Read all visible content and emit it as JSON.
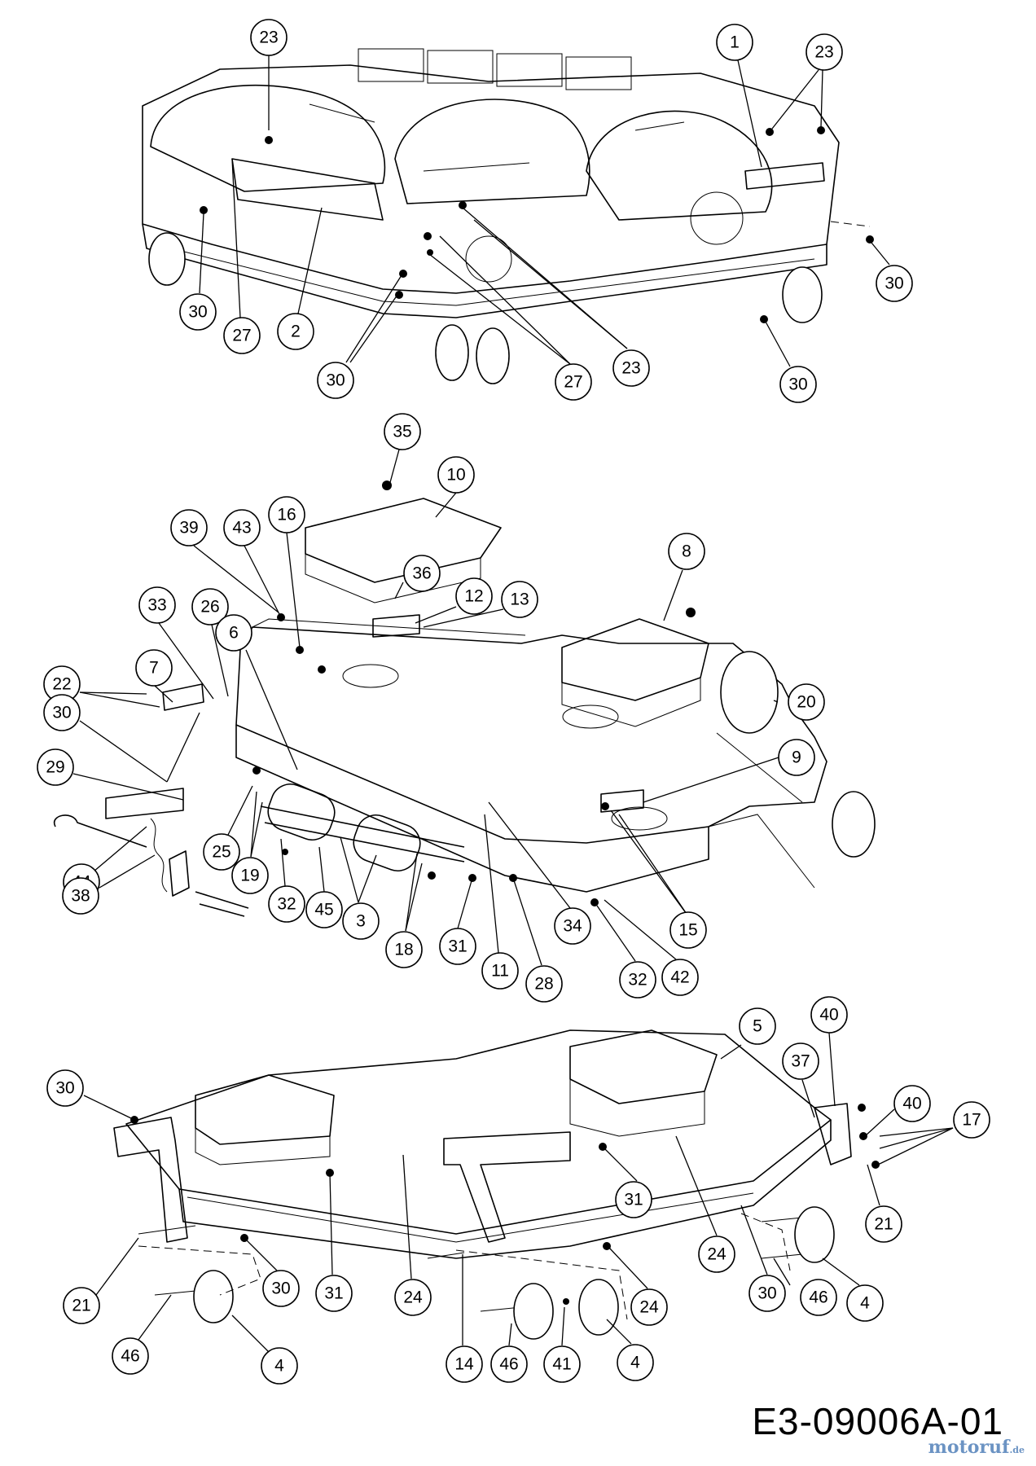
{
  "drawing_id": "E3-09006A-01",
  "watermark": {
    "brand": "motoruf",
    "tld": ".de"
  },
  "callouts": {
    "top": [
      "23",
      "1",
      "23",
      "30",
      "30",
      "27",
      "2",
      "30",
      "27",
      "23",
      "30"
    ],
    "middle": [
      "35",
      "10",
      "36",
      "12",
      "13",
      "8",
      "39",
      "43",
      "16",
      "33",
      "26",
      "6",
      "22",
      "7",
      "30",
      "20",
      "9",
      "29",
      "44",
      "38",
      "25",
      "19",
      "32",
      "45",
      "3",
      "18",
      "31",
      "11",
      "28",
      "34",
      "15",
      "32",
      "42"
    ],
    "bottom": [
      "5",
      "40",
      "37",
      "40",
      "17",
      "30",
      "31",
      "24",
      "21",
      "30",
      "21",
      "31",
      "24",
      "30",
      "24",
      "46",
      "4",
      "46",
      "4",
      "14",
      "46",
      "41",
      "4"
    ]
  }
}
